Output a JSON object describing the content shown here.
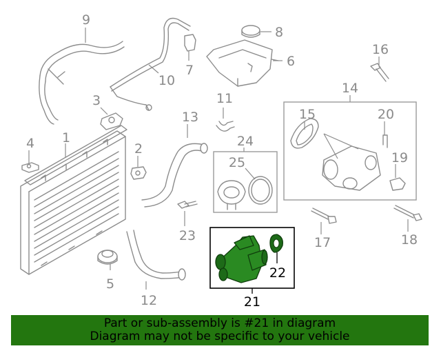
{
  "callouts": {
    "c1": "1",
    "c2": "2",
    "c3": "3",
    "c4": "4",
    "c5": "5",
    "c6": "6",
    "c7": "7",
    "c8": "8",
    "c9": "9",
    "c10": "10",
    "c11": "11",
    "c12": "12",
    "c13": "13",
    "c14": "14",
    "c15": "15",
    "c16": "16",
    "c17": "17",
    "c18": "18",
    "c19": "19",
    "c20": "20",
    "c21": "21",
    "c22": "22",
    "c23": "23",
    "c24": "24",
    "c25": "25"
  },
  "highlight": {
    "part_number": "21",
    "color": "#2a8a22"
  },
  "banner": {
    "line1": "Part or sub-assembly is #21 in diagram",
    "line2": "Diagram may not be specific to your vehicle",
    "color": "#23760f"
  }
}
